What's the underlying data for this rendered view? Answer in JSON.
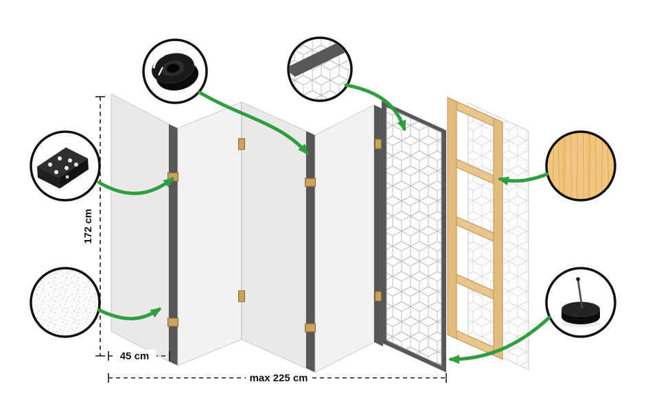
{
  "diagram": {
    "type": "product-infographic",
    "subject": "folding room divider construction",
    "dimensions": {
      "height_label": "172 cm",
      "panel_width_label": "45 cm",
      "total_width_label": "max 225 cm"
    },
    "colors": {
      "arrow_green": "#2f9e41",
      "panel_face": "#ededed",
      "panel_edge": "#575757",
      "wood": "#e8c68e",
      "hinge_brass": "#c9a25f",
      "pattern_line": "#bdbdbd",
      "dimension": "#111111"
    },
    "callouts": [
      {
        "id": "hinge",
        "icon": "hinge-bracket-icon"
      },
      {
        "id": "fleece",
        "icon": "fleece-texture-icon"
      },
      {
        "id": "tape",
        "icon": "adhesive-tape-icon"
      },
      {
        "id": "pattern",
        "icon": "pattern-detail-icon"
      },
      {
        "id": "wood",
        "icon": "wood-texture-icon"
      },
      {
        "id": "foot",
        "icon": "felt-pad-icon"
      }
    ]
  }
}
